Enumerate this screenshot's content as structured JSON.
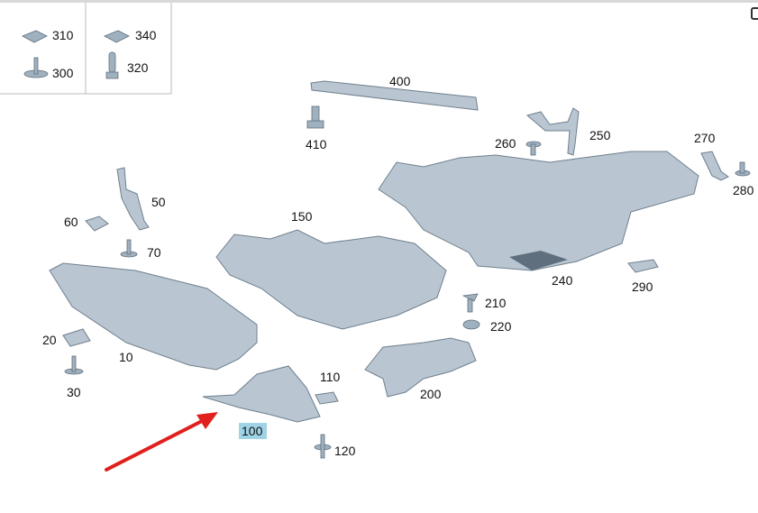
{
  "legend": {
    "items": [
      "310",
      "340",
      "300",
      "320"
    ]
  },
  "corner_icon": "external-link-icon",
  "labels": {
    "p400": "400",
    "p410": "410",
    "p260": "260",
    "p250": "250",
    "p270": "270",
    "p280": "280",
    "p50": "50",
    "p150": "150",
    "p60": "60",
    "p70": "70",
    "p240": "240",
    "p290": "290",
    "p210": "210",
    "p220": "220",
    "p20": "20",
    "p10": "10",
    "p110": "110",
    "p200": "200",
    "p30": "30",
    "p100": "100",
    "p120": "120"
  },
  "highlight": {
    "part": "100",
    "color": "#9fd3e6"
  },
  "arrow_color": "#e0201c"
}
